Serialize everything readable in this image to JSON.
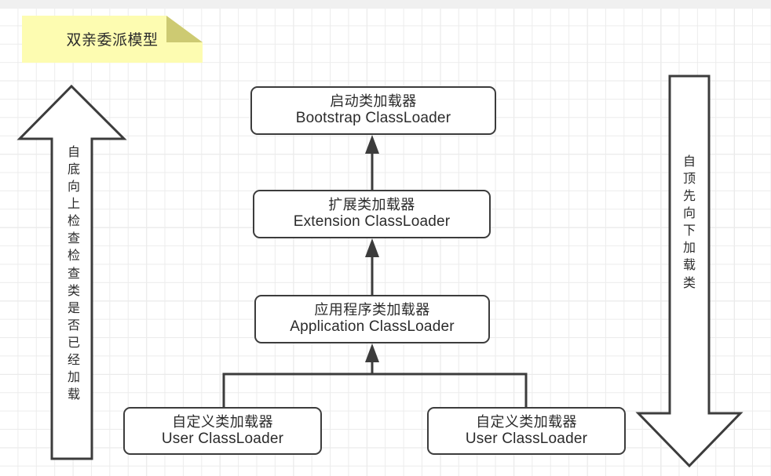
{
  "diagram": {
    "title_note": "双亲委派模型",
    "colors": {
      "note_fill": "#fdfcb1",
      "note_fold": "#cdca72",
      "node_border": "#3c3c3c",
      "node_fill": "#ffffff",
      "connector": "#3c3c3c",
      "grid_line": "#ececec",
      "canvas": "#ffffff"
    },
    "nodes": [
      {
        "id": "bootstrap",
        "cn": "启动类加载器",
        "en": "Bootstrap ClassLoader"
      },
      {
        "id": "extension",
        "cn": "扩展类加载器",
        "en": "Extension ClassLoader"
      },
      {
        "id": "application",
        "cn": "应用程序类加载器",
        "en": "Application ClassLoader"
      },
      {
        "id": "user_left",
        "cn": "自定义类加载器",
        "en": "User ClassLoader"
      },
      {
        "id": "user_right",
        "cn": "自定义类加载器",
        "en": "User ClassLoader"
      }
    ],
    "left_arrow": {
      "direction": "up",
      "label": "自底向上检查检查类是否已经加载",
      "chars": [
        "自",
        "底",
        "向",
        "上",
        "检",
        "查",
        "检",
        "查",
        "类",
        "是",
        "否",
        "已",
        "经",
        "加",
        "载"
      ]
    },
    "right_arrow": {
      "direction": "down",
      "label": "自顶先向下加载类",
      "chars": [
        "自",
        "顶",
        "先",
        "向",
        "下",
        "加",
        "载",
        "类"
      ]
    },
    "connectors": [
      {
        "from": "extension",
        "to": "bootstrap",
        "type": "arrow-up"
      },
      {
        "from": "application",
        "to": "extension",
        "type": "arrow-up"
      },
      {
        "from": "user_left",
        "to": "application",
        "type": "elbow-arrow-up"
      },
      {
        "from": "user_right",
        "to": "application",
        "type": "elbow-arrow-up"
      }
    ]
  }
}
